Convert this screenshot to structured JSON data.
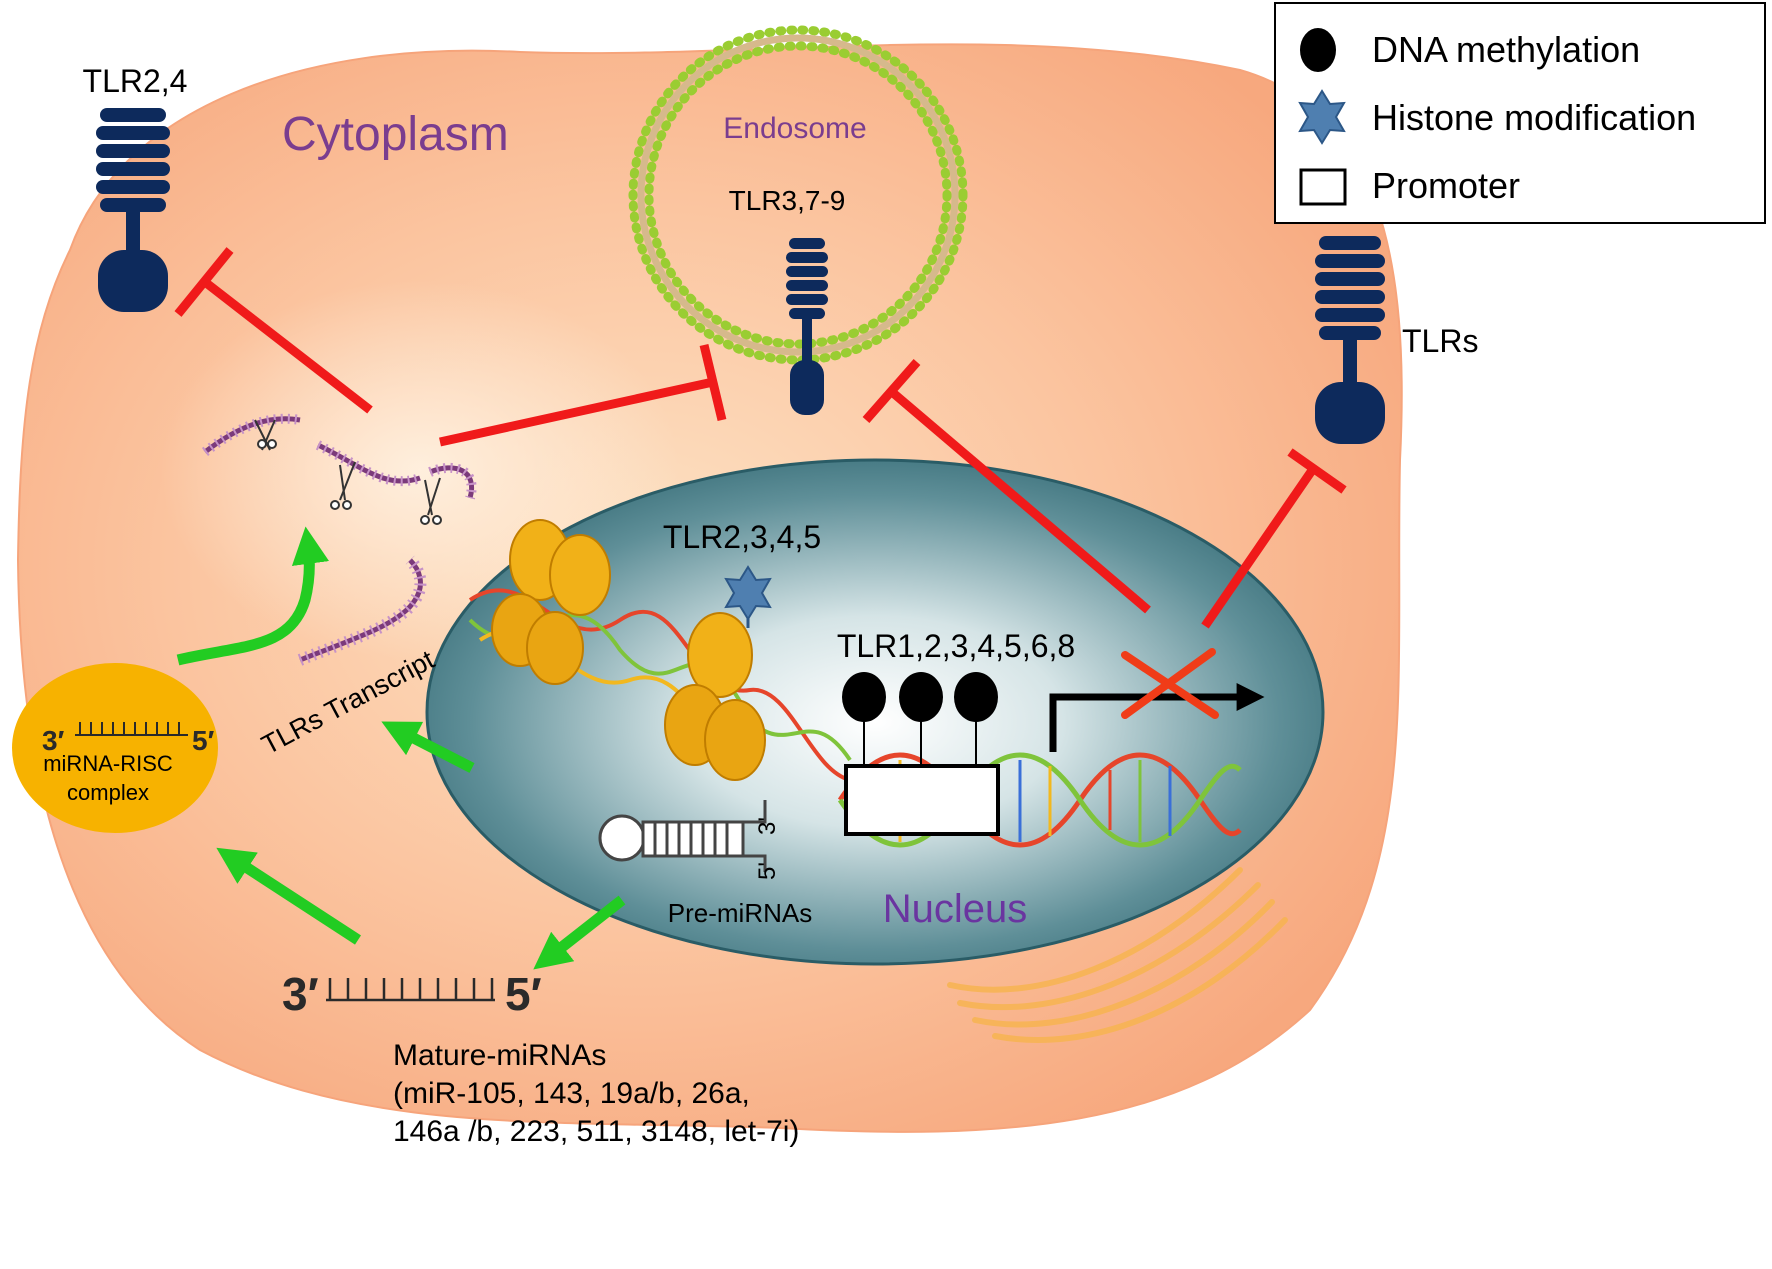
{
  "legend": {
    "items": [
      {
        "symbol": "circle",
        "label": "DNA methylation"
      },
      {
        "symbol": "star",
        "label": "Histone modification"
      },
      {
        "symbol": "rectangle",
        "label": "Promoter"
      }
    ]
  },
  "labels": {
    "cytoplasm": "Cytoplasm",
    "endosome": "Endosome",
    "nucleus": "Nucleus",
    "tlr24": "TLR2,4",
    "tlr379": "TLR3,7-9",
    "tlrs": "TLRs",
    "tlr2345": "TLR2,3,4,5",
    "tlr1234568": "TLR1,2,3,4,5,6,8",
    "tlrs_transcript": "TLRs Transcript",
    "risc_line1": "miRNA-RISC",
    "risc_line2": "complex",
    "pre_mirnas": "Pre-miRNAs",
    "mature_title": "Mature-miRNAs",
    "mature_line1": "(miR-105, 143, 19a/b, 26a,",
    "mature_line2": "146a /b, 223, 511, 3148, let-7i)",
    "three_prime": "3′",
    "five_prime": "5′",
    "three_prime_plain": "3'",
    "five_prime_plain": "5'"
  },
  "colors": {
    "cell": "#f9b48f",
    "nucleus": "#2f6f7a",
    "tlr": "#0d2a5c",
    "inhibit": "#f01a1a",
    "promote": "#22cc22",
    "risc": "#f7b200",
    "membrane": "#9acd32"
  }
}
